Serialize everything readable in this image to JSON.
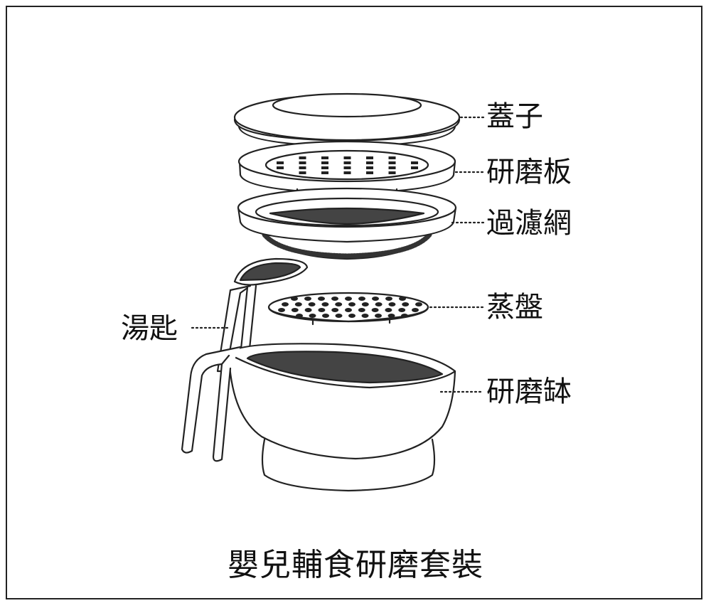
{
  "labels": {
    "lid": "蓋子",
    "grinding_plate": "研磨板",
    "strainer": "過濾網",
    "steam_tray": "蒸盤",
    "spoon": "湯匙",
    "grinding_bowl": "研磨缽"
  },
  "caption": "嬰兒輔食研磨套裝"
}
